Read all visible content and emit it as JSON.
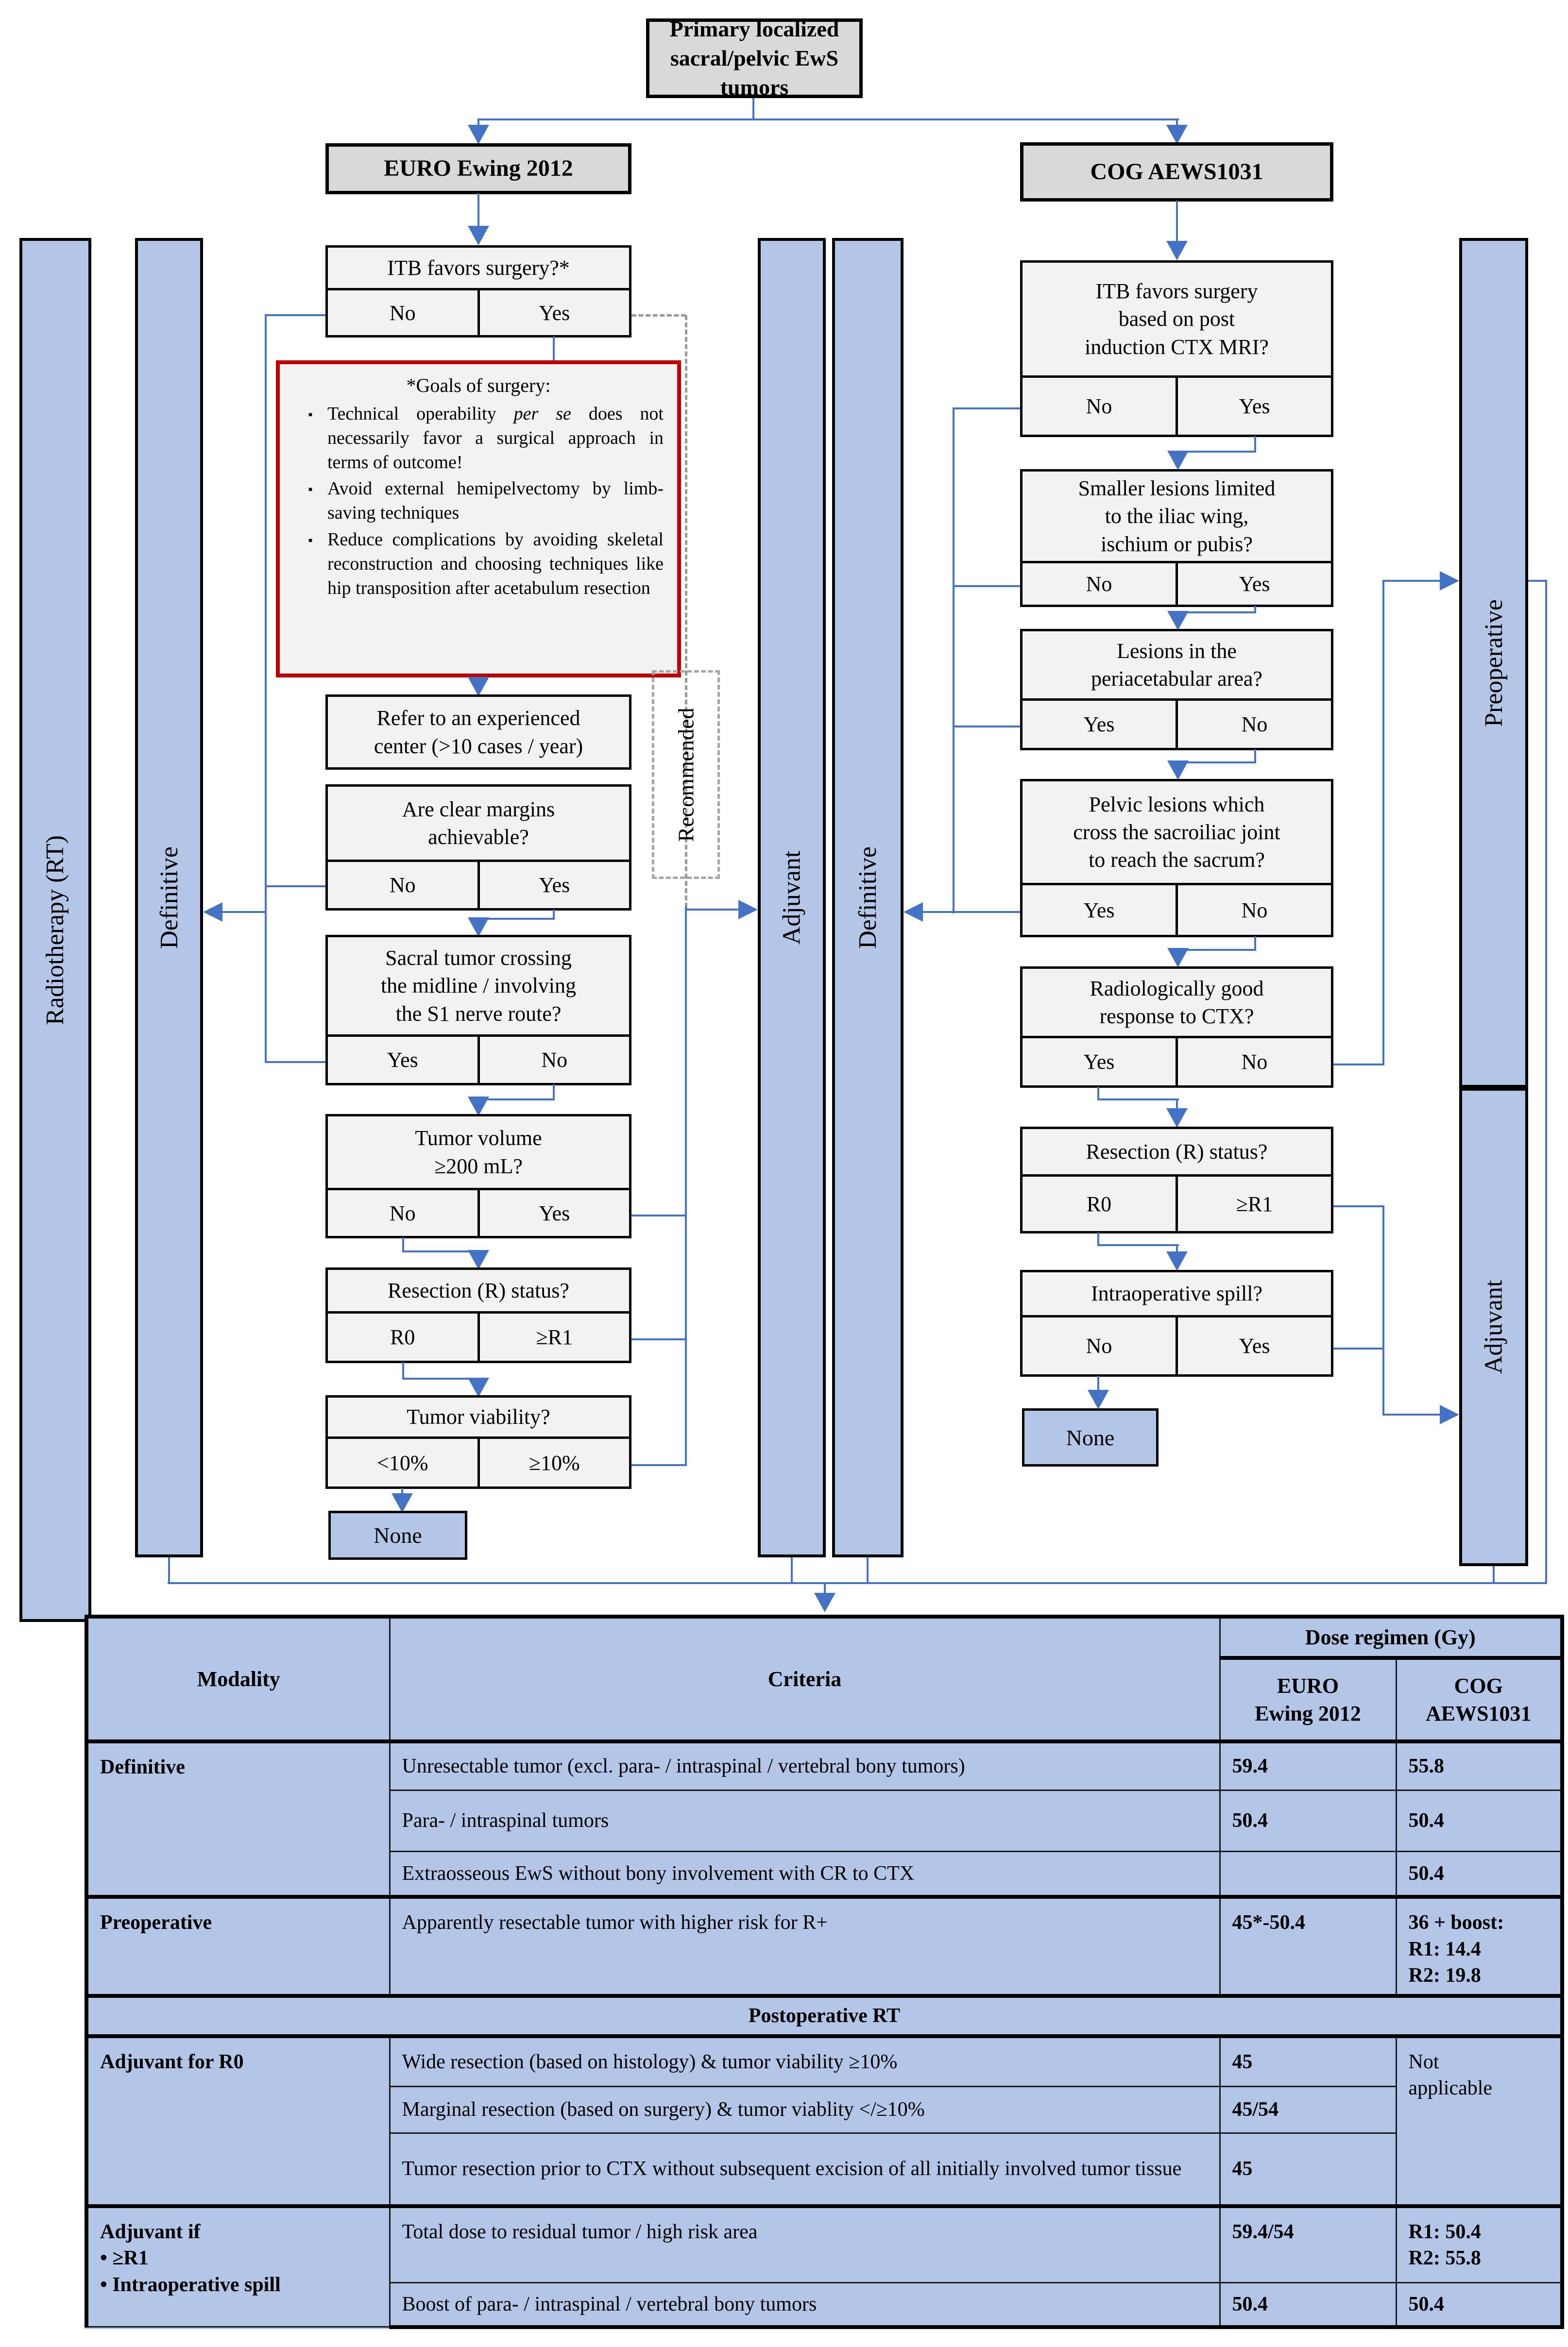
{
  "root": {
    "title": "Primary localized\nsacral/pelvic EwS tumors"
  },
  "branch": {
    "euro": "EURO Ewing 2012",
    "cog": "COG AEWS1031"
  },
  "bars": {
    "rt": "Radiotherapy (RT)",
    "def_left": "Definitive",
    "adj_mid": "Adjuvant",
    "def_mid": "Definitive",
    "preop": "Preoperative",
    "adj_right": "Adjuvant",
    "recommended": "Recommended"
  },
  "left": {
    "itb": {
      "q": "ITB favors surgery?*",
      "no": "No",
      "yes": "Yes"
    },
    "goals": {
      "title": "*Goals of surgery:",
      "b1a": "Technical operability ",
      "b1b": "per se",
      "b1c": " does not necessarily favor a surgical approach in terms of outcome!",
      "b2": "Avoid external hemipelvectomy by limb-saving techniques",
      "b3": "Reduce complications by avoiding skeletal reconstruction and choosing techniques like hip transposition after acetabulum resection",
      "marker": "▪"
    },
    "refer": "Refer to an experienced\ncenter (>10 cases / year)",
    "margins": {
      "q": "Are clear margins\nachievable?",
      "no": "No",
      "yes": "Yes"
    },
    "sacral": {
      "q": "Sacral tumor crossing\nthe midline / involving\nthe S1 nerve route?",
      "yes": "Yes",
      "no": "No"
    },
    "volume": {
      "q": "Tumor volume\n≥200 mL?",
      "no": "No",
      "yes": "Yes"
    },
    "resection": {
      "q": "Resection (R) status?",
      "r0": "R0",
      "r1": "≥R1"
    },
    "viability": {
      "q": "Tumor viability?",
      "lt": "<10%",
      "ge": "≥10%"
    },
    "none": "None"
  },
  "right": {
    "itb_mri": {
      "q": "ITB favors surgery\nbased on post\ninduction CTX MRI?",
      "no": "No",
      "yes": "Yes"
    },
    "smaller": {
      "q": "Smaller lesions limited\nto the iliac wing,\nischium or pubis?",
      "no": "No",
      "yes": "Yes"
    },
    "periacetabular": {
      "q": "Lesions in the\nperiacetabular area?",
      "yes": "Yes",
      "no": "No"
    },
    "pelvic": {
      "q": "Pelvic lesions which\ncross the sacroiliac joint\nto reach the sacrum?",
      "yes": "Yes",
      "no": "No"
    },
    "response": {
      "q": "Radiologically good\nresponse to CTX?",
      "yes": "Yes",
      "no": "No"
    },
    "resection": {
      "q": "Resection (R) status?",
      "r0": "R0",
      "r1": "≥R1"
    },
    "spill": {
      "q": "Intraoperative spill?",
      "no": "No",
      "yes": "Yes"
    },
    "none": "None"
  },
  "table": {
    "headers": {
      "modality": "Modality",
      "criteria": "Criteria",
      "dose": "Dose regimen (Gy)",
      "euro": "EURO\nEwing 2012",
      "cog": "COG\nAEWS1031"
    },
    "postop": "Postoperative RT",
    "rows": [
      {
        "modality": "Definitive",
        "criteria": "Unresectable tumor (excl. para- / intraspinal / vertebral bony tumors)",
        "euro": "59.4",
        "cog": "55.8"
      },
      {
        "criteria": "Para- / intraspinal tumors",
        "euro": "50.4",
        "cog": "50.4"
      },
      {
        "criteria": "Extraosseous EwS without bony involvement with CR to CTX",
        "euro": "",
        "cog": "50.4"
      },
      {
        "modality": "Preoperative",
        "criteria": "Apparently resectable tumor with higher risk for R+",
        "euro": "45*-50.4",
        "cog": "36 + boost:\nR1: 14.4\nR2: 19.8"
      },
      {
        "modality": "Adjuvant for R0",
        "criteria": "Wide resection (based on histology) & tumor viability ≥10%",
        "euro": "45",
        "cog": "Not\napplicable"
      },
      {
        "criteria": "Marginal resection (based on surgery) & tumor viablity </≥10%",
        "euro": "45/54"
      },
      {
        "criteria": "Tumor resection prior to CTX without subsequent excision of all initially involved tumor tissue",
        "euro": "45"
      },
      {
        "modality": "Adjuvant if\n•  ≥R1\n•  Intraoperative spill",
        "criteria": "Total dose to residual tumor / high risk area",
        "euro": "59.4/54",
        "cog": "R1: 50.4\nR2: 55.8"
      },
      {
        "criteria": "Boost of para- / intraspinal / vertebral bony tumors",
        "euro": "50.4",
        "cog": "50.4"
      }
    ]
  }
}
